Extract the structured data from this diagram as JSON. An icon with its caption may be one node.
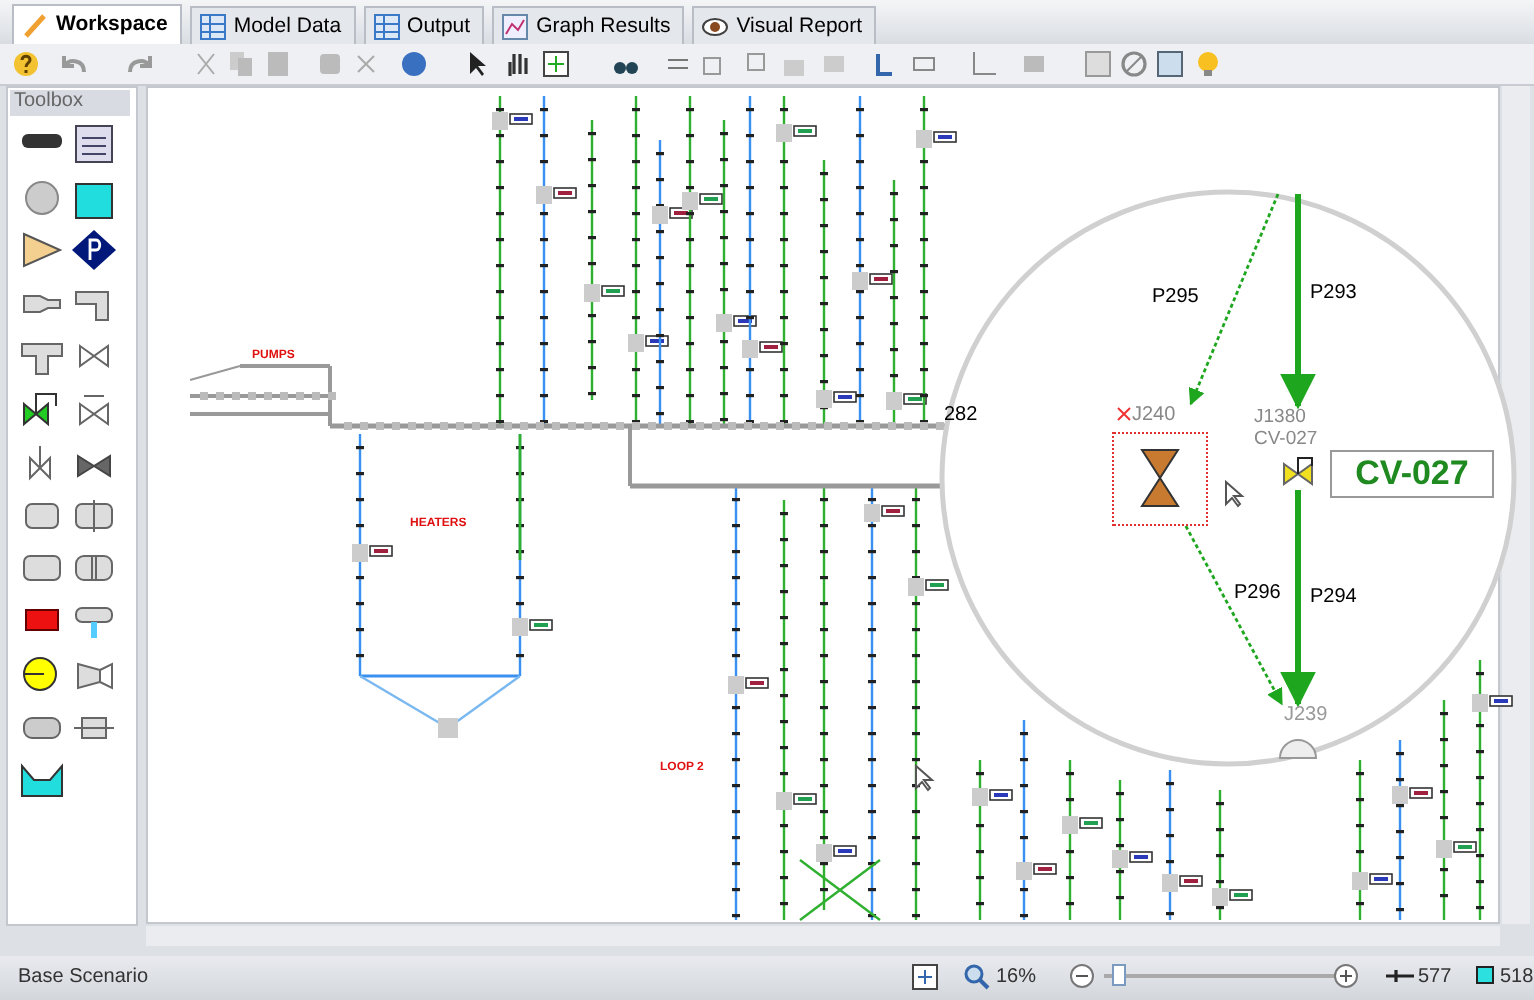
{
  "diagram": {
    "nodes": [
      {
        "text": [
          "J240"
        ]
      },
      {
        "text": [
          "J1380",
          "CV-027"
        ]
      },
      {
        "text": [
          "J239"
        ]
      },
      {
        "text": [
          "CV-027"
        ]
      }
    ],
    "edges": [
      {
        "from": null,
        "to": 0,
        "arrow": "to",
        "label": "P295",
        "style": "dashed"
      },
      {
        "from": 0,
        "to": 2,
        "arrow": "to",
        "label": "P296",
        "style": "dashed"
      },
      {
        "from": null,
        "to": 1,
        "arrow": "to",
        "label": "P293",
        "style": "thick"
      },
      {
        "from": 1,
        "to": 2,
        "arrow": "to",
        "label": "P294",
        "style": "thick"
      }
    ],
    "labels": [
      "Workspace",
      "Model Data",
      "Output",
      "Graph Results",
      "Visual Report",
      "Toolbox",
      "PUMPS",
      "282",
      "HEATERS",
      "LOOP 2",
      "Base Scenario",
      "16%",
      "577",
      "518"
    ]
  }
}
